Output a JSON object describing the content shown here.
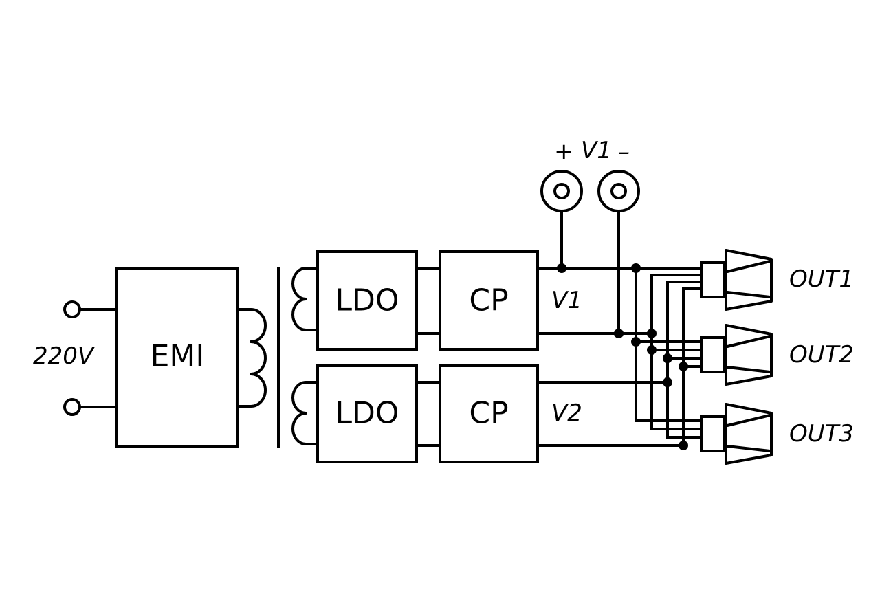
{
  "input": {
    "voltage_label": "220V"
  },
  "blocks": {
    "emi": "EMI",
    "ldo_top": "LDO",
    "cp_top": "CP",
    "ldo_bottom": "LDO",
    "cp_bottom": "CP"
  },
  "rails": {
    "v1": "V1",
    "v2": "V2"
  },
  "test_jacks": {
    "plus": "+",
    "name": "V1",
    "minus": "–"
  },
  "outputs": [
    "OUT1",
    "OUT2",
    "OUT3"
  ]
}
